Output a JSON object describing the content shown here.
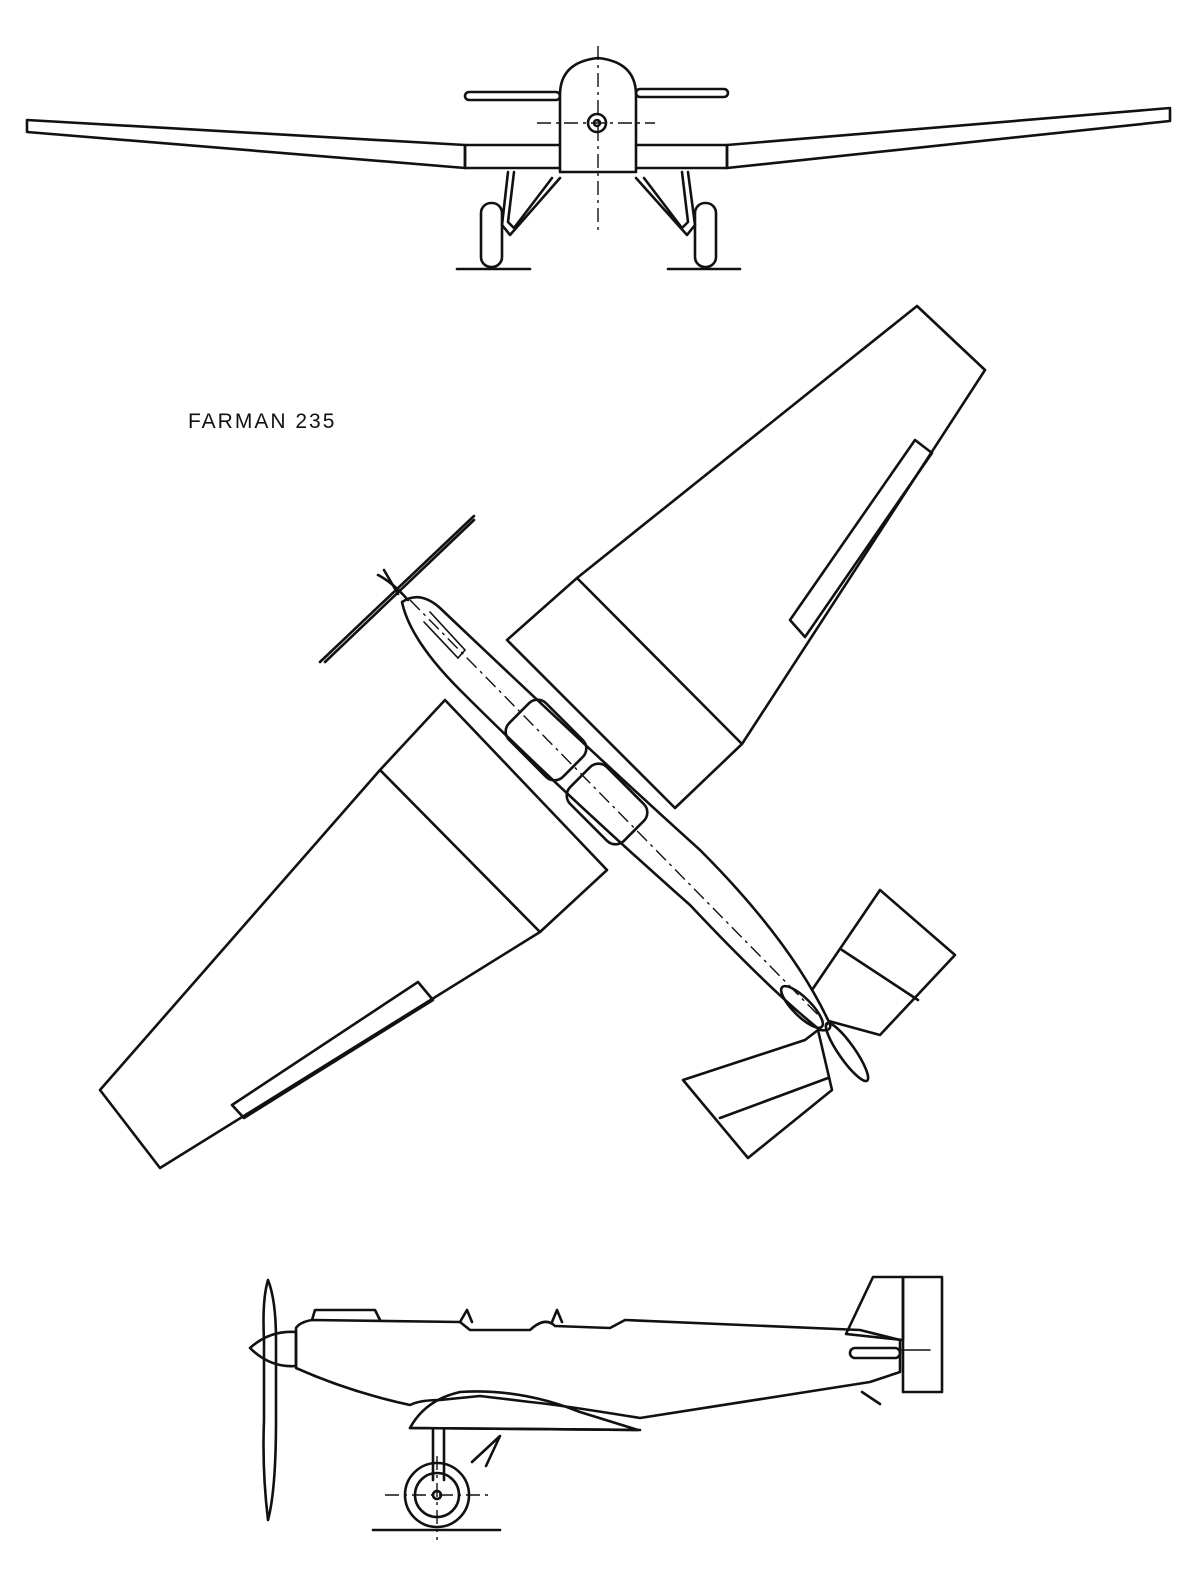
{
  "figure": {
    "title": "FARMAN 235",
    "views": [
      "front-view",
      "plan-view",
      "side-view"
    ]
  }
}
